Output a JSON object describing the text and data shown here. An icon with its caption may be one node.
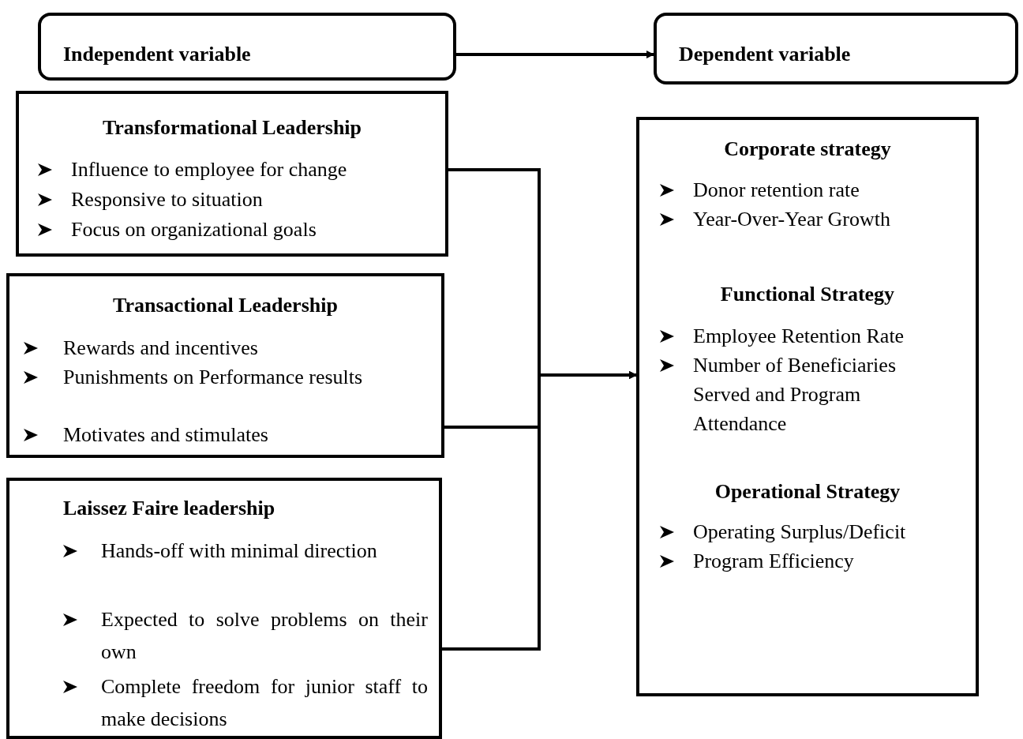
{
  "diagram": {
    "nodes": [
      {
        "text": [
          "Independent variable"
        ]
      },
      {
        "text": [
          "Dependent variable"
        ]
      },
      {
        "text": [
          "Transformational Leadership",
          "Influence to employee for change",
          "Responsive to situation",
          "Focus on organizational goals"
        ]
      },
      {
        "text": [
          "Transactional Leadership",
          "Rewards and incentives",
          "Punishments on Performance results",
          "Motivates and stimulates"
        ]
      },
      {
        "text": [
          "Laissez Faire leadership",
          "Hands-off with minimal direction",
          "Expected to solve problems on their own",
          "Complete freedom for junior staff to make decisions"
        ]
      },
      {
        "text": [
          "Corporate strategy",
          "Donor retention rate",
          "Year-Over-Year Growth",
          "Functional Strategy",
          "Employee Retention Rate",
          "Number of Beneficiaries Served and Program Attendance",
          "Operational Strategy",
          "Operating Surplus/Deficit",
          "Program Efficiency"
        ]
      }
    ],
    "edges": [
      {
        "from": 0,
        "to": 1,
        "arrow": "to"
      },
      {
        "from": 2,
        "to": 5,
        "arrow": "to"
      },
      {
        "from": 3,
        "to": 5,
        "arrow": "to"
      },
      {
        "from": 4,
        "to": 5,
        "arrow": "to"
      }
    ]
  }
}
